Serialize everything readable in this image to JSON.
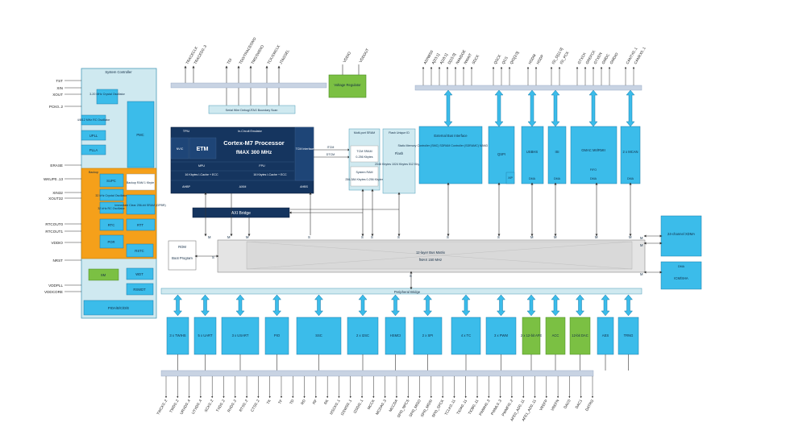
{
  "system_controller": {
    "title": "System Controller",
    "osc_12mhz": "3-20 MHz Crystal Oscillator",
    "rc_osc": "4/8/12 MHz RC Oscillator",
    "upll": "UPLL",
    "plla": "PLLA",
    "pmc": "PMC",
    "backup": "Backup",
    "supc": "SUPC",
    "backup_ram": "Backup RAM 1 Kbyte",
    "xtal32": "32 kHz Crystal Oscillator",
    "rc32": "32 kHz RC Oscillator",
    "immediate_clear": "Immediate Clear 256-bit SRAM (GPBR)",
    "rtc": "RTC",
    "rtt": "RTT",
    "por": "POR",
    "rstc": "RSTC",
    "sm": "SM",
    "wdt": "WDT",
    "rswdt": "RSWDT",
    "pioa": "PIOA/B/C/D/E"
  },
  "left_signals": [
    "TST",
    "XIN",
    "XOUT",
    "PCK0..2",
    "ERASE",
    "WKUP0..13",
    "XIN32",
    "XOUT32",
    "RTCOUT0",
    "RTCOUT1",
    "VDDIO",
    "NRST",
    "VDDPLL",
    "VDDCORE"
  ],
  "top_signals": [
    "TRACECLK",
    "TRACED0..3",
    "TDI",
    "TDO/TRACESWO",
    "TMS/SWDIO",
    "TCK/SWCLK",
    "JTAGSEL",
    "VDDIO",
    "VDDOUT"
  ],
  "cpu": {
    "sw_debug": "Serial Wire Debug/JTAG Boundary Scan",
    "tpiu": "TPIU",
    "incircuit": "In-Circuit Emulator",
    "nvic": "NVIC",
    "etm": "ETM",
    "core_title": "Cortex-M7 Processor",
    "core_freq": "fMAX 300 MHz",
    "mpu": "MPU",
    "fpu": "FPU",
    "icache": "16 Kbytes I-Cache + ECC",
    "dcache": "16 Kbytes I-Cache + ECC",
    "tcm_if": "TCM Interface",
    "ahbp": "AHBP",
    "axim": "AXIM",
    "ahbs": "AHBS",
    "itcm": "ITCM",
    "dtcm": "DTCM"
  },
  "voltage_regulator": "Voltage Regulator",
  "sram": {
    "title": "Multi-port SRAM",
    "tcm_sram": "TCM SRAM",
    "tcm_size": "0-256 Kbytes",
    "system_ram": "System RAM",
    "system_size": "256-384 Kbytes 0-256 Kbytes"
  },
  "flash": {
    "title": "Flash Unique ID",
    "label": "Flash",
    "sizes": "2048 Kbytes 1024 Kbytes 512 Kbytes"
  },
  "axi_bridge": "AXI Bridge",
  "rom": "ROM",
  "boot_program": "Boot Program",
  "bus_matrix": {
    "title": "12-layer Bus Matrix",
    "freq": "fMAX 150 MHz"
  },
  "peripheral_bridge": "Peripheral Bridge",
  "ebi": {
    "title": "External Bus Interface",
    "details": "Static Memory Controller (SMC) SDRAM Controller (SDRAMC) NAND Flash Logic"
  },
  "qspi": "QSPI",
  "usbhs": "USBHS",
  "isi": "ISI",
  "gmac": "GMAC MII/RMII",
  "fifo": "FIFO",
  "mcan": "2 x MCAN",
  "dma": "DMA",
  "xdma": "24-channel XDMA",
  "icm": "ICM/SHA",
  "xp": "XIP",
  "bus_labels": {
    "m": "M",
    "s": "S"
  },
  "bottom_blocks": [
    "3 x TWIHS",
    "5 x UART",
    "3 x USART",
    "PIO",
    "SSC",
    "2 x I2SC",
    "HSMCI",
    "2 x SPI",
    "4 x TC",
    "3 x PWM",
    "2 x 12-bit AFE",
    "ACC",
    "12-bit DAC",
    "AES",
    "TRNG"
  ],
  "top_right_signals": [
    "A0/NBS0",
    "A[23:1]",
    "A[18:1]",
    "D[15:0]",
    "NANDOE",
    "NWAIT",
    "SDCK",
    "QSCK",
    "QCS",
    "QIO[3:0]",
    "HSDM",
    "HSDP",
    "VBG",
    "ISI_D[11:0]",
    "ISI_PCK",
    "ISI_HSYNC",
    "GTXCK",
    "GREFCK",
    "GTXEN",
    "GCRS",
    "GMDC",
    "GMDIO",
    "CANTX0..1",
    "CANRX0..1"
  ],
  "bottom_signals": [
    "TWCK0..2",
    "TWD0..2",
    "URXD0..4",
    "UTXD0..4",
    "SCK0..2",
    "TXD0..2",
    "RXD0..2",
    "RTS0..2",
    "CTS0..2",
    "TK",
    "TF",
    "TD",
    "RD",
    "RF",
    "RK",
    "I2SCK0..1",
    "I2SWS0..1",
    "I2SDI0..1",
    "MCCK",
    "MCDA0..3",
    "MCCDA",
    "SPI0_NPCS",
    "SPI0_MISO",
    "SPI0_MOSI",
    "SPI0_SPCK",
    "TCLK0..11",
    "TIOA0..11",
    "TIOB0..11",
    "PWMH0..3",
    "PWML0..3",
    "PWMFI0..2",
    "AFE0_AD0..11",
    "AFE1_AD0..11",
    "VREFP",
    "VREFN",
    "DAC0",
    "DAC1",
    "DATRG"
  ]
}
